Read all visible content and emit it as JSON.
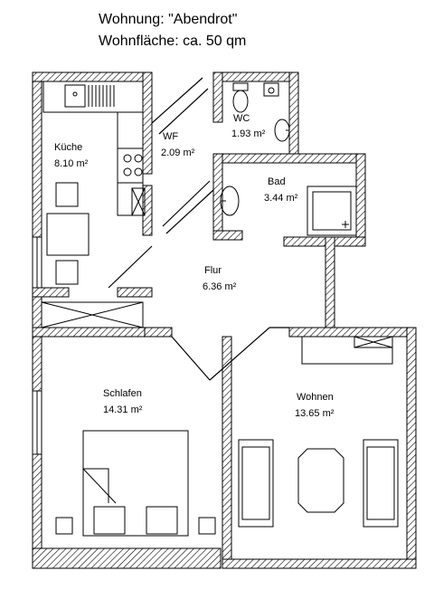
{
  "header": {
    "title": "Wohnung: \"Abendrot\"",
    "area": "Wohnfläche: ca. 50 qm"
  },
  "rooms": {
    "kueche": {
      "name": "Küche",
      "area": "8.10 m²"
    },
    "wf": {
      "name": "WF",
      "area": "2.09 m²"
    },
    "wc": {
      "name": "WC",
      "area": "1.93 m²"
    },
    "bad": {
      "name": "Bad",
      "area": "3.44 m²"
    },
    "flur": {
      "name": "Flur",
      "area": "6.36 m²"
    },
    "schlafen": {
      "name": "Schlafen",
      "area": "14.31 m²"
    },
    "wohnen": {
      "name": "Wohnen",
      "area": "13.65 m²"
    }
  }
}
